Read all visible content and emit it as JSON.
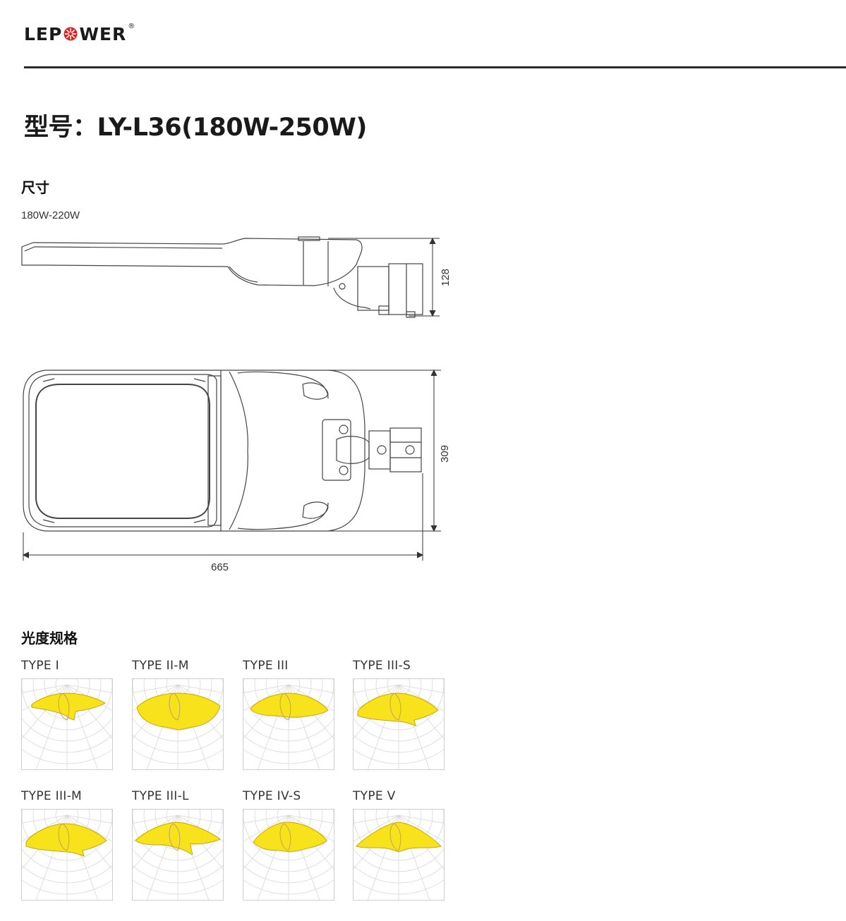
{
  "brand": {
    "name_left": "LEP",
    "name_right": "WER",
    "registered": "®"
  },
  "model": {
    "text": "型号：LY-L36(180W-250W)"
  },
  "sections": {
    "dimensions": "尺寸",
    "photometrics": "光度规格"
  },
  "variant": "180W-220W",
  "dimensions": {
    "height": "128",
    "width": "309",
    "length": "665"
  },
  "distributions": [
    {
      "label": "TYPE I",
      "shape": "narrow"
    },
    {
      "label": "TYPE II-M",
      "shape": "wide"
    },
    {
      "label": "TYPE III",
      "shape": "medium"
    },
    {
      "label": "TYPE III-S",
      "shape": "wing"
    },
    {
      "label": "TYPE III-M",
      "shape": "wing"
    },
    {
      "label": "TYPE III-L",
      "shape": "long"
    },
    {
      "label": "TYPE IV-S",
      "shape": "forward"
    },
    {
      "label": "TYPE V",
      "shape": "symmetric"
    }
  ],
  "colors": {
    "curve_fill": "#f7e21c",
    "curve_stroke": "#c9a800",
    "grid": "#d8d8d8",
    "line": "#444444"
  }
}
